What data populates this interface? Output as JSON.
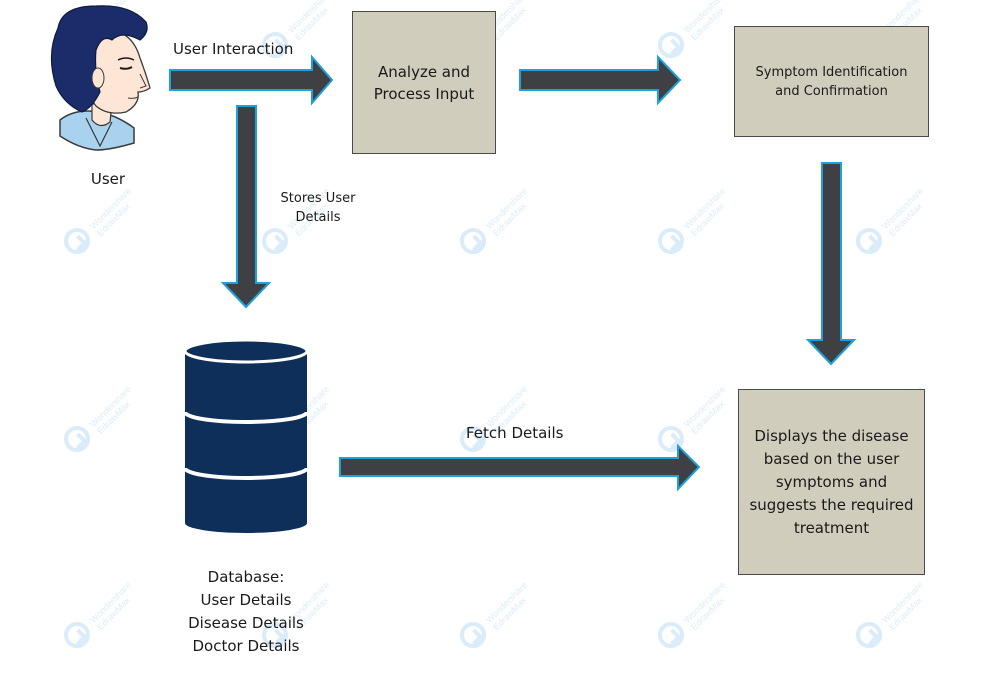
{
  "user": {
    "label": "User"
  },
  "edges": {
    "user_interaction": "User Interaction",
    "stores_user_details": [
      "Stores User",
      "Details"
    ],
    "fetch_details": "Fetch Details"
  },
  "nodes": {
    "analyze": [
      "Analyze and",
      "Process Input"
    ],
    "symptom": [
      "Symptom Identification",
      "and Confirmation"
    ],
    "displays": [
      "Displays the disease",
      "based on the user",
      "symptoms and",
      "suggests the required",
      "treatment"
    ]
  },
  "database": {
    "lines": [
      "Database:",
      "User Details",
      "Disease Details",
      "Doctor Details"
    ]
  },
  "watermark": {
    "lines": [
      "Wondershare",
      "EdrawMax"
    ]
  },
  "colors": {
    "arrow_fill": "#3f4043",
    "arrow_outline": "#1fa0d8",
    "box_fill": "#d0cdbd",
    "database_fill": "#0d2f5a",
    "watermark": "#5aa8e6"
  }
}
